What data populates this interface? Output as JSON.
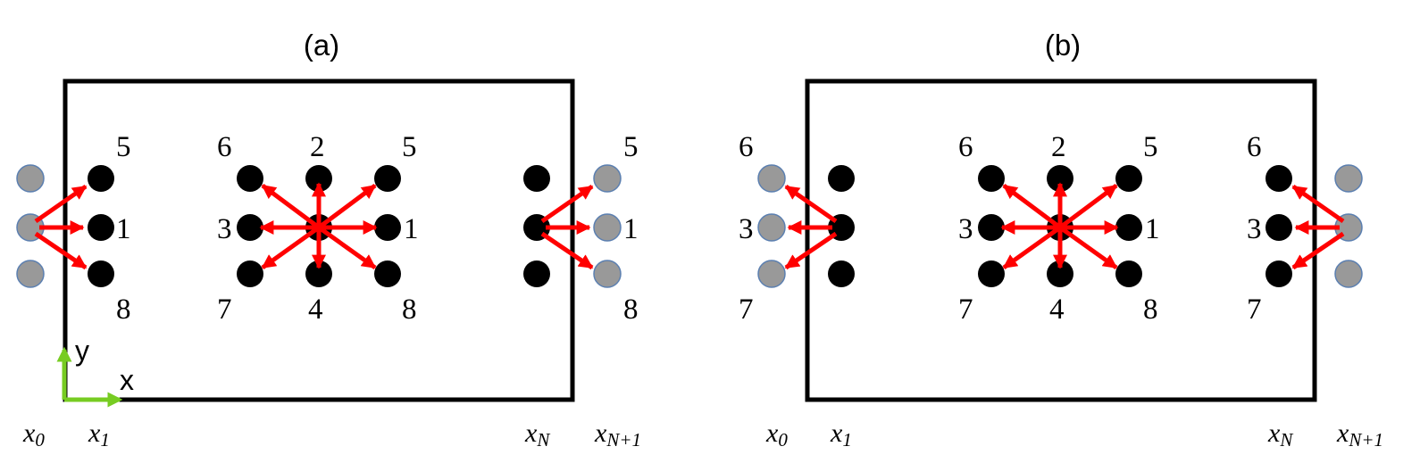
{
  "panels": {
    "a": {
      "label": "(a)",
      "boundary": {
        "left_ghost": [
          "5",
          "1",
          "8"
        ],
        "right_ghost": [
          "5",
          "1",
          "8"
        ]
      },
      "interior_dirs": {
        "d6": "6",
        "d2": "2",
        "d5": "5",
        "d3": "3",
        "d1": "1",
        "d7": "7",
        "d4": "4",
        "d8": "8"
      },
      "x_labels": {
        "x0": "x",
        "x0_sub": "0",
        "x1": "x",
        "x1_sub": "1",
        "xN": "x",
        "xN_sub": "N",
        "xN1": "x",
        "xN1_sub": "N+1"
      }
    },
    "b": {
      "label": "(b)",
      "boundary": {
        "left_ghost": [
          "6",
          "3",
          "7"
        ],
        "right_ghost": [
          "6",
          "3",
          "7"
        ]
      },
      "interior_dirs": {
        "d6": "6",
        "d2": "2",
        "d5": "5",
        "d3": "3",
        "d1": "1",
        "d7": "7",
        "d4": "4",
        "d8": "8"
      },
      "x_labels": {
        "x0": "x",
        "x0_sub": "0",
        "x1": "x",
        "x1_sub": "1",
        "xN": "x",
        "xN_sub": "N",
        "xN1": "x",
        "xN1_sub": "N+1"
      }
    }
  },
  "axes": {
    "y_label": "y",
    "x_label": "x"
  },
  "colors": {
    "node_fill": "#000000",
    "ghost_fill": "#999999",
    "ghost_stroke": "#5b7fb0",
    "arrow": "#ff0000",
    "axis_arrow": "#77cc22",
    "box_stroke": "#000000"
  }
}
